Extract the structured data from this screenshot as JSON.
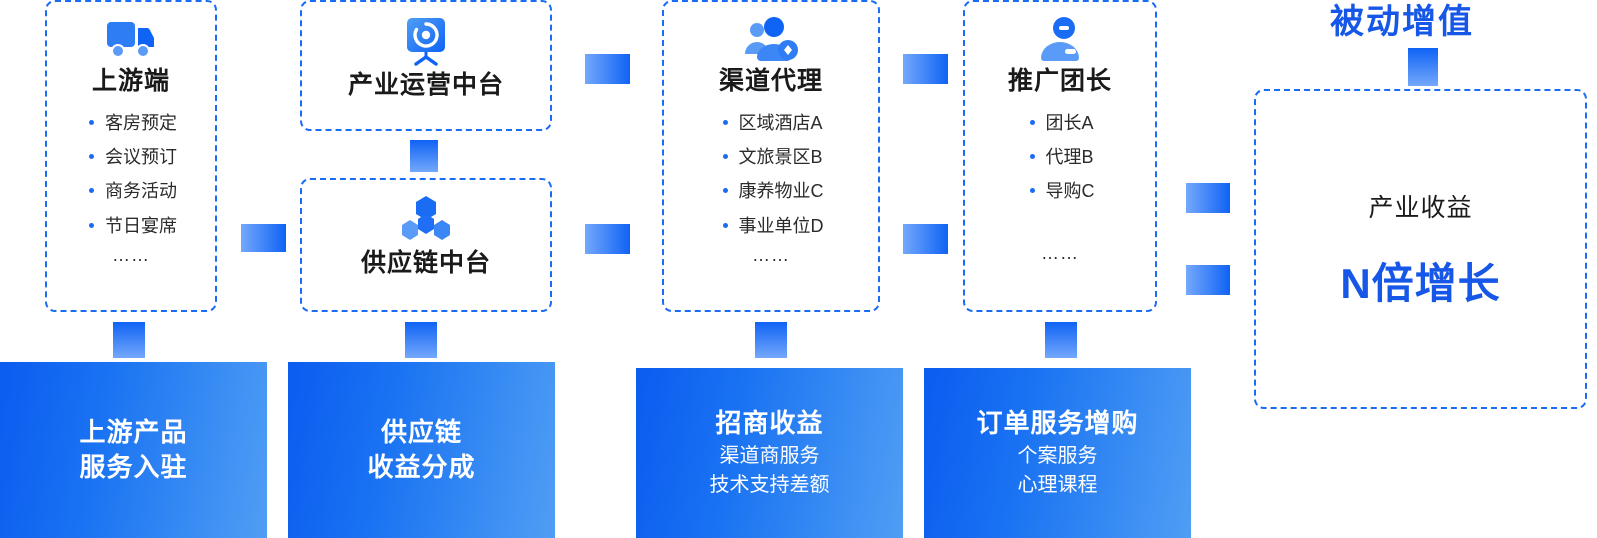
{
  "cards": [
    {
      "id": "upstream",
      "icon": "truck-icon",
      "title": "上游端",
      "items": [
        "客房预定",
        "会议预订",
        "商务活动",
        "节日宴席"
      ],
      "ellipsis": "……"
    },
    {
      "id": "industry-operations-platform",
      "icon": "target-monitor-icon",
      "title": "产业运营中台",
      "items": [],
      "ellipsis": ""
    },
    {
      "id": "supply-chain-platform",
      "icon": "supply-chain-nodes-icon",
      "title": "供应链中台",
      "items": [],
      "ellipsis": ""
    },
    {
      "id": "channel-agent",
      "icon": "two-people-badge-icon",
      "title": "渠道代理",
      "items": [
        "区域酒店A",
        "文旅景区B",
        "康养物业C",
        "事业单位D"
      ],
      "ellipsis": "……"
    },
    {
      "id": "promotion-leader",
      "icon": "person-icon",
      "title": "推广团长",
      "items": [
        "团长A",
        "代理B",
        "导购C"
      ],
      "ellipsis": "……"
    }
  ],
  "revenue_boxes": [
    {
      "id": "upstream-product-service",
      "title_line1": "上游产品",
      "title_line2": "服务入驻",
      "subs": []
    },
    {
      "id": "supply-chain-revenue-share",
      "title_line1": "供应链",
      "title_line2": "收益分成",
      "subs": []
    },
    {
      "id": "investment-revenue",
      "title_line1": "招商收益",
      "title_line2": "",
      "subs": [
        "渠道商服务",
        "技术支持差额"
      ]
    },
    {
      "id": "order-service-upsell",
      "title_line1": "订单服务增购",
      "title_line2": "",
      "subs": [
        "个案服务",
        "心理课程"
      ]
    }
  ],
  "outcome": {
    "title": "被动增值",
    "label": "产业收益",
    "value": "N倍增长"
  },
  "colors": {
    "accent": "#1b6cf5",
    "accent_dark": "#0b5cf0",
    "accent_light": "#4f9ef4",
    "title_blue": "#1657e8",
    "text": "#1a1a1a"
  }
}
